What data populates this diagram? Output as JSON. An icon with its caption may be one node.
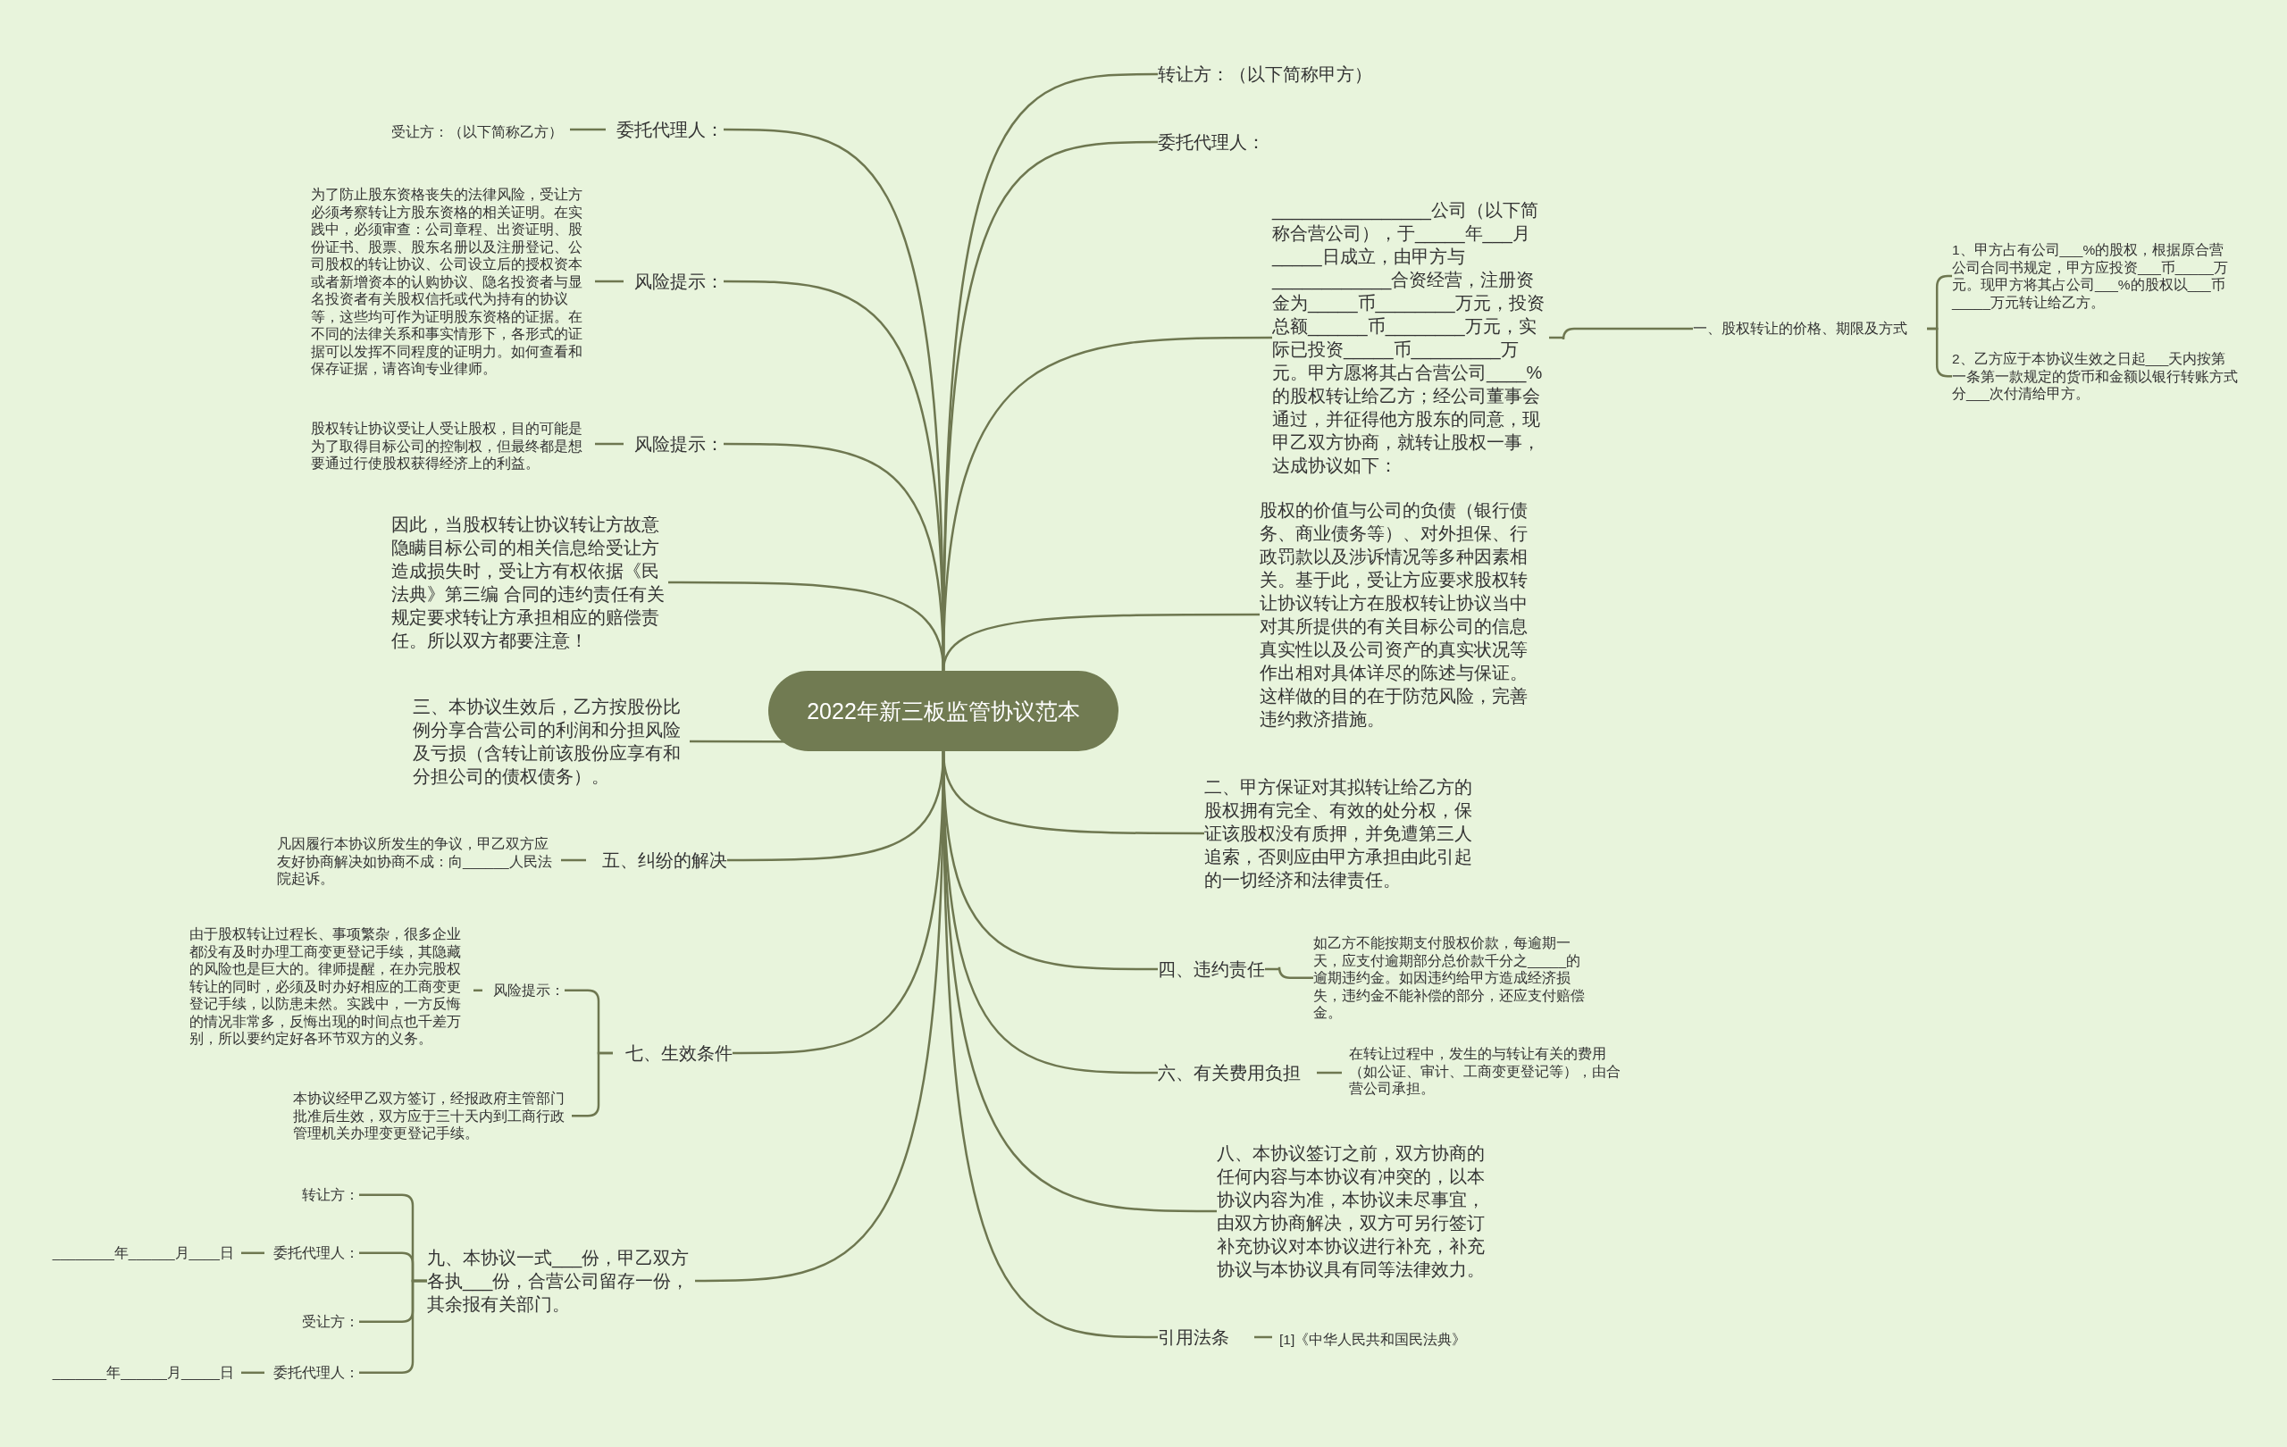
{
  "diagram": {
    "nodes": [
      {
        "text": [
          "2022年新三板监管协议范本"
        ]
      },
      {
        "text": [
          "转让方：（以下简称甲方）"
        ]
      },
      {
        "text": [
          "委托代理人："
        ]
      },
      {
        "text": [
          "________________公司（以下简称合营公司），于_____年___月_____日成立，由甲方与____________合资经营，注册资金为_____币________万元，投资总额______币________万元，实际已投资_____币_________万元。甲方愿将其占合营公司____%的股权转让给乙方；经公司董事会通过，并征得他方股东的同意，现甲乙双方协商，就转让股权一事，达成协议如下："
        ]
      },
      {
        "text": [
          "一、股权转让的价格、期限及方式"
        ]
      },
      {
        "text": [
          "1、甲方占有公司___%的股权，根据原合营公司合同书规定，甲方应投资___币_____万元。现甲方将其占公司___%的股权以___币_____万元转让给乙方。"
        ]
      },
      {
        "text": [
          "2、乙方应于本协议生效之日起___天内按第一条第一款规定的货币和金额以银行转账方式分___次付清给甲方。"
        ]
      },
      {
        "text": [
          "股权的价值与公司的负债（银行债务、商业债务等）、对外担保、行政罚款以及涉诉情况等多种因素相关。基于此，受让方应要求股权转让协议转让方在股权转让协议当中对其所提供的有关目标公司的信息真实性以及公司资产的真实状况等作出相对具体详尽的陈述与保证。这样做的目的在于防范风险，完善违约救济措施。"
        ]
      },
      {
        "text": [
          "二、甲方保证对其拟转让给乙方的股权拥有完全、有效的处分权，保证该股权没有质押，并免遭第三人追索，否则应由甲方承担由此引起的一切经济和法律责任。"
        ]
      },
      {
        "text": [
          "四、违约责任"
        ]
      },
      {
        "text": [
          "如乙方不能按期支付股权价款，每逾期一天，应支付逾期部分总价款千分之_____的逾期违约金。如因违约给甲方造成经济损失，违约金不能补偿的部分，还应支付赔偿金。"
        ]
      },
      {
        "text": [
          "六、有关费用负担"
        ]
      },
      {
        "text": [
          "在转让过程中，发生的与转让有关的费用（如公证、审计、工商变更登记等），由合营公司承担。"
        ]
      },
      {
        "text": [
          "八、本协议签订之前，双方协商的任何内容与本协议有冲突的，以本协议内容为准，本协议未尽事宜，由双方协商解决，双方可另行签订补充协议对本协议进行补充，补充协议与本协议具有同等法律效力。"
        ]
      },
      {
        "text": [
          "引用法条"
        ]
      },
      {
        "text": [
          "[1]《中华人民共和国民法典》"
        ]
      },
      {
        "text": [
          "委托代理人："
        ]
      },
      {
        "text": [
          "受让方：（以下简称乙方）"
        ]
      },
      {
        "text": [
          "风险提示："
        ]
      },
      {
        "text": [
          "为了防止股东资格丧失的法律风险，受让方必须考察转让方股东资格的相关证明。在实践中，必须审查：公司章程、出资证明、股份证书、股票、股东名册以及注册登记、公司股权的转让协议、公司设立后的授权资本或者新增资本的认购协议、隐名投资者与显名投资者有关股权信托或代为持有的协议等，这些均可作为证明股东资格的证据。在不同的法律关系和事实情形下，各形式的证据可以发挥不同程度的证明力。如何查看和保存证据，请咨询专业律师。"
        ]
      },
      {
        "text": [
          "风险提示："
        ]
      },
      {
        "text": [
          "股权转让协议受让人受让股权，目的可能是为了取得目标公司的控制权，但最终都是想要通过行使股权获得经济上的利益。"
        ]
      },
      {
        "text": [
          "因此，当股权转让协议转让方故意隐瞒目标公司的相关信息给受让方造成损失时，受让方有权依据《民法典》第三编 合同的违约责任有关规定要求转让方承担相应的赔偿责任。所以双方都要注意！"
        ]
      },
      {
        "text": [
          "三、本协议生效后，乙方按股份比例分享合营公司的利润和分担风险及亏损（含转让前该股份应享有和分担公司的债权债务）。"
        ]
      },
      {
        "text": [
          "五、纠纷的解决"
        ]
      },
      {
        "text": [
          "凡因履行本协议所发生的争议，甲乙双方应友好协商解决如协商不成：向______人民法院起诉。"
        ]
      },
      {
        "text": [
          "七、生效条件"
        ]
      },
      {
        "text": [
          "风险提示："
        ]
      },
      {
        "text": [
          "由于股权转让过程长、事项繁杂，很多企业都没有及时办理工商变更登记手续，其隐藏的风险也是巨大的。律师提醒，在办完股权转让的同时，必须及时办好相应的工商变更登记手续，以防患未然。实践中，一方反悔的情况非常多，反悔出现的时间点也千差万别，所以要约定好各环节双方的义务。"
        ]
      },
      {
        "text": [
          "本协议经甲乙双方签订，经报政府主管部门批准后生效，双方应于三十天内到工商行政管理机关办理变更登记手续。"
        ]
      },
      {
        "text": [
          "九、本协议一式___份，甲乙双方各执___份，合营公司留存一份，其余报有关部门。"
        ]
      },
      {
        "text": [
          "转让方："
        ]
      },
      {
        "text": [
          "委托代理人："
        ]
      },
      {
        "text": [
          "________年______月____日"
        ]
      },
      {
        "text": [
          "受让方："
        ]
      },
      {
        "text": [
          "委托代理人："
        ]
      },
      {
        "text": [
          "_______年______月_____日"
        ]
      }
    ],
    "edges": [
      {
        "from": 0,
        "to": 1,
        "arrow": "none"
      },
      {
        "from": 0,
        "to": 2,
        "arrow": "none"
      },
      {
        "from": 0,
        "to": 3,
        "arrow": "none"
      },
      {
        "from": 3,
        "to": 4,
        "arrow": "none"
      },
      {
        "from": 4,
        "to": 5,
        "arrow": "none"
      },
      {
        "from": 4,
        "to": 6,
        "arrow": "none"
      },
      {
        "from": 0,
        "to": 7,
        "arrow": "none"
      },
      {
        "from": 0,
        "to": 8,
        "arrow": "none"
      },
      {
        "from": 0,
        "to": 9,
        "arrow": "none"
      },
      {
        "from": 9,
        "to": 10,
        "arrow": "none"
      },
      {
        "from": 0,
        "to": 11,
        "arrow": "none"
      },
      {
        "from": 11,
        "to": 12,
        "arrow": "none"
      },
      {
        "from": 0,
        "to": 13,
        "arrow": "none"
      },
      {
        "from": 0,
        "to": 14,
        "arrow": "none"
      },
      {
        "from": 14,
        "to": 15,
        "arrow": "none"
      },
      {
        "from": 0,
        "to": 16,
        "arrow": "none"
      },
      {
        "from": 16,
        "to": 17,
        "arrow": "none"
      },
      {
        "from": 0,
        "to": 18,
        "arrow": "none"
      },
      {
        "from": 18,
        "to": 19,
        "arrow": "none"
      },
      {
        "from": 0,
        "to": 20,
        "arrow": "none"
      },
      {
        "from": 20,
        "to": 21,
        "arrow": "none"
      },
      {
        "from": 0,
        "to": 22,
        "arrow": "none"
      },
      {
        "from": 0,
        "to": 23,
        "arrow": "none"
      },
      {
        "from": 0,
        "to": 24,
        "arrow": "none"
      },
      {
        "from": 24,
        "to": 25,
        "arrow": "none"
      },
      {
        "from": 0,
        "to": 26,
        "arrow": "none"
      },
      {
        "from": 26,
        "to": 27,
        "arrow": "none"
      },
      {
        "from": 27,
        "to": 28,
        "arrow": "none"
      },
      {
        "from": 26,
        "to": 29,
        "arrow": "none"
      },
      {
        "from": 0,
        "to": 30,
        "arrow": "none"
      },
      {
        "from": 30,
        "to": 31,
        "arrow": "none"
      },
      {
        "from": 30,
        "to": 32,
        "arrow": "none"
      },
      {
        "from": 32,
        "to": 33,
        "arrow": "none"
      },
      {
        "from": 30,
        "to": 34,
        "arrow": "none"
      },
      {
        "from": 30,
        "to": 35,
        "arrow": "none"
      },
      {
        "from": 35,
        "to": 36,
        "arrow": "none"
      }
    ]
  }
}
